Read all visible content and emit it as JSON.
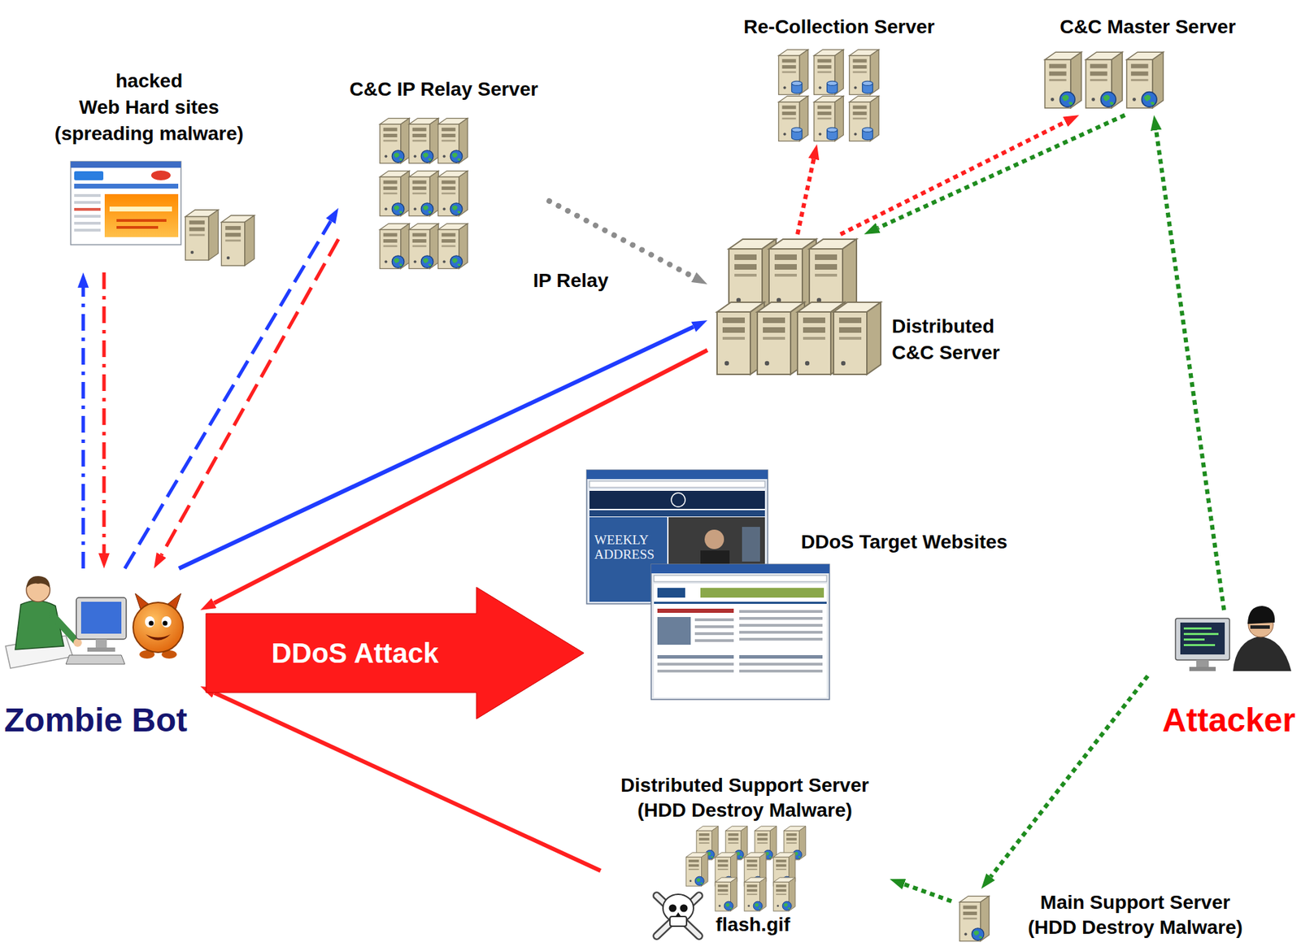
{
  "diagram": {
    "nodes": [
      {
        "text": [
          "hacked Web Hard sites (spreading malware)"
        ]
      },
      {
        "text": [
          "C&C IP Relay Server"
        ]
      },
      {
        "text": [
          "Re-Collection Server"
        ]
      },
      {
        "text": [
          "C&C Master Server"
        ]
      },
      {
        "text": [
          "Distributed C&C Server"
        ]
      },
      {
        "text": [
          "DDoS Target Websites"
        ]
      },
      {
        "text": [
          "Zombie Bot"
        ]
      },
      {
        "text": [
          "Attacker"
        ]
      },
      {
        "text": [
          "Distributed Support Server (HDD Destroy Malware)",
          "flash.gif"
        ]
      },
      {
        "text": [
          "Main Support Server (HDD Destroy Malware)"
        ]
      }
    ],
    "edges": [
      {
        "from": 6,
        "to": 0,
        "arrow": "to"
      },
      {
        "from": 0,
        "to": 6,
        "arrow": "to"
      },
      {
        "from": 6,
        "to": 1,
        "arrow": "to"
      },
      {
        "from": 1,
        "to": 6,
        "arrow": "to"
      },
      {
        "from": 1,
        "to": 4,
        "label": "IP Relay",
        "arrow": "to"
      },
      {
        "from": 6,
        "to": 4,
        "arrow": "to"
      },
      {
        "from": 4,
        "to": 6,
        "arrow": "to"
      },
      {
        "from": 4,
        "to": 2,
        "arrow": "to"
      },
      {
        "from": 4,
        "to": 3,
        "arrow": "to"
      },
      {
        "from": 3,
        "to": 4,
        "arrow": "to"
      },
      {
        "from": 7,
        "to": 3,
        "arrow": "to"
      },
      {
        "from": 7,
        "to": 9,
        "arrow": "to"
      },
      {
        "from": 9,
        "to": 8,
        "arrow": "to"
      },
      {
        "from": 8,
        "to": 6,
        "arrow": "to"
      },
      {
        "from": 6,
        "to": 5,
        "label": "DDoS Attack",
        "arrow": "to"
      }
    ],
    "labels": [
      "WEEKLY ADDRESS"
    ]
  }
}
